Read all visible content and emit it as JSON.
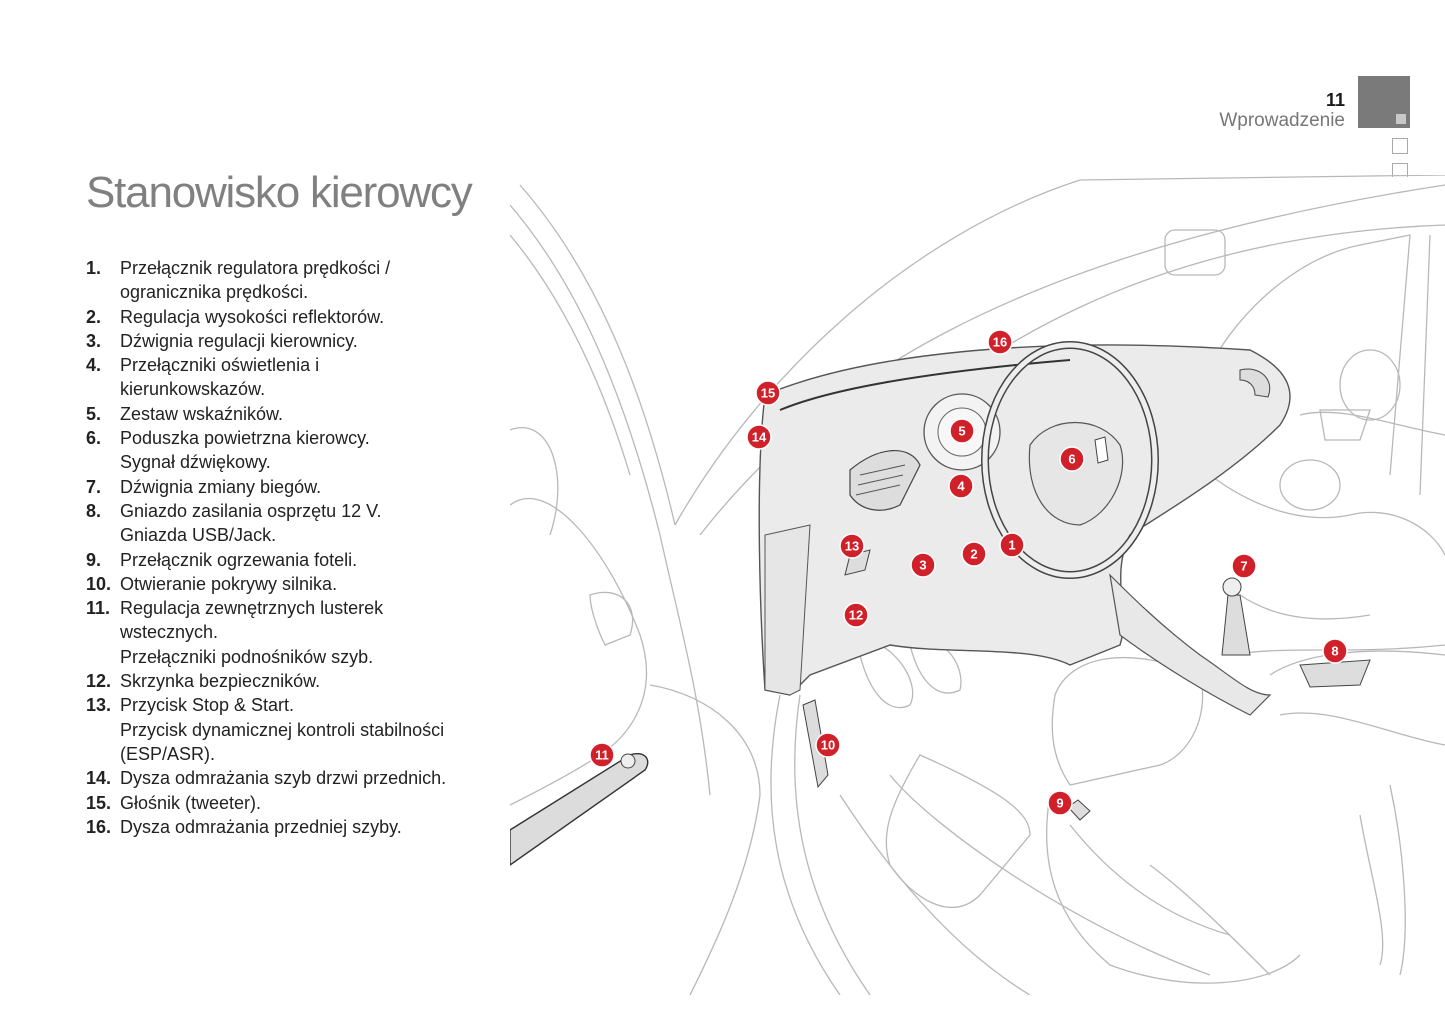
{
  "header": {
    "page_number": "11",
    "section": "Wprowadzenie"
  },
  "title": "Stanowisko kierowcy",
  "legend": [
    {
      "num": "1.",
      "lines": [
        "Przełącznik regulatora prędkości /",
        "ogranicznika prędkości."
      ]
    },
    {
      "num": "2.",
      "lines": [
        "Regulacja wysokości reflektorów."
      ]
    },
    {
      "num": "3.",
      "lines": [
        "Dźwignia regulacji kierownicy."
      ]
    },
    {
      "num": "4.",
      "lines": [
        "Przełączniki oświetlenia i",
        "kierunkowskazów."
      ]
    },
    {
      "num": "5.",
      "lines": [
        "Zestaw wskaźników."
      ]
    },
    {
      "num": "6.",
      "lines": [
        "Poduszka powietrzna kierowcy.",
        "Sygnał dźwiękowy."
      ]
    },
    {
      "num": "7.",
      "lines": [
        "Dźwignia zmiany biegów."
      ]
    },
    {
      "num": "8.",
      "lines": [
        "Gniazdo zasilania osprzętu 12 V.",
        "Gniazda USB/Jack."
      ]
    },
    {
      "num": "9.",
      "lines": [
        "Przełącznik ogrzewania foteli."
      ]
    },
    {
      "num": "10.",
      "lines": [
        "Otwieranie pokrywy silnika."
      ]
    },
    {
      "num": "11.",
      "lines": [
        "Regulacja zewnętrznych lusterek",
        "wstecznych.",
        "Przełączniki podnośników szyb."
      ]
    },
    {
      "num": "12.",
      "lines": [
        "Skrzynka bezpieczników."
      ]
    },
    {
      "num": "13.",
      "lines": [
        "Przycisk Stop & Start.",
        "Przycisk dynamicznej kontroli stabilności",
        "(ESP/ASR)."
      ]
    },
    {
      "num": "14.",
      "lines": [
        "Dysza odmrażania szyb drzwi przednich."
      ]
    },
    {
      "num": "15.",
      "lines": [
        "Głośnik (tweeter)."
      ]
    },
    {
      "num": "16.",
      "lines": [
        "Dysza odmrażania przedniej szyby."
      ]
    }
  ],
  "callouts": [
    "1",
    "2",
    "3",
    "4",
    "5",
    "6",
    "7",
    "8",
    "9",
    "10",
    "11",
    "12",
    "13",
    "14",
    "15",
    "16"
  ],
  "colors": {
    "callout_red": "#d0202a",
    "tab_gray": "#7a7a7a",
    "title_gray": "#808080"
  }
}
